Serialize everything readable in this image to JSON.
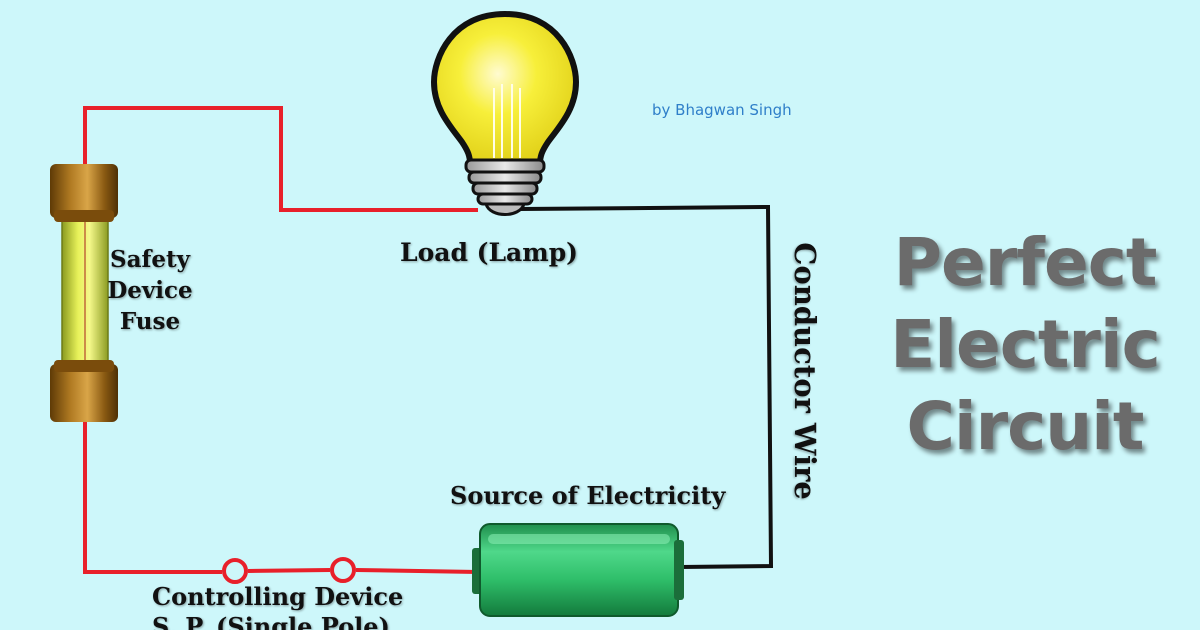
{
  "author": "by Bhagwan Singh",
  "title_lines": [
    "Perfect",
    "Electric",
    "Circuit"
  ],
  "labels": {
    "fuse_lines": [
      "Safety",
      "Device",
      "Fuse"
    ],
    "lamp": "Load (Lamp)",
    "wire": "Conductor Wire",
    "source": "Source of Electricity",
    "control_lines": [
      "Controlling Device",
      "S. P. (Single Pole)"
    ]
  },
  "colors": {
    "background": "#cdf7fa",
    "live_wire": "#e8202a",
    "neutral_wire": "#111111",
    "title_text": "#6b6b6b",
    "author_text": "#2f7fc9",
    "battery": "#2fbf6a",
    "lamp_glass": "#f2ea2a",
    "fuse_cap": "#8a5a12",
    "fuse_glass": "#d9e84a"
  },
  "icons": {
    "lamp": "light-bulb-icon",
    "fuse": "cartridge-fuse-icon",
    "battery": "battery-cell-icon",
    "switch": "switch-terminal-icon"
  }
}
